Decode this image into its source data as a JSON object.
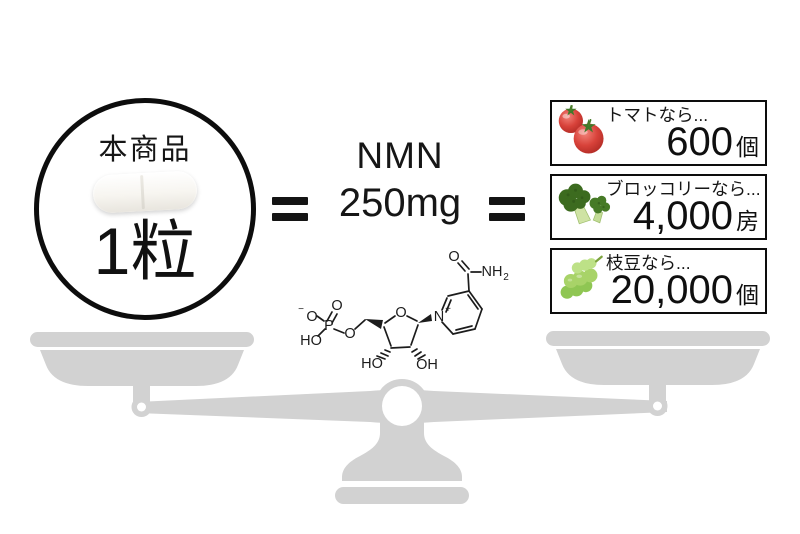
{
  "product": {
    "name": "本商品",
    "quantity": "1粒"
  },
  "nmn": {
    "title": "NMN",
    "amount": "250mg"
  },
  "comparisons": {
    "items": [
      {
        "label": "トマトなら...",
        "value": "600",
        "unit": "個",
        "icon": "tomato-icon"
      },
      {
        "label": "ブロッコリーなら...",
        "value": "4,000",
        "unit": "房",
        "icon": "broccoli-icon"
      },
      {
        "label": "枝豆なら...",
        "value": "20,000",
        "unit": "個",
        "icon": "edamame-icon"
      }
    ]
  },
  "molecule": {
    "name": "NMN chemical structure",
    "atoms": {
      "minus": "−",
      "o_neg": "O",
      "o_double": "O",
      "p": "P",
      "ho_phosphate": "HO",
      "o_ester": "O",
      "o_ribose": "O",
      "ho_c3": "HO",
      "oh_c2": "OH",
      "n": "N",
      "plus": "+",
      "o_amide": "O",
      "nh": "NH",
      "two": "2"
    }
  },
  "colors": {
    "scale_gray": "#d2d2d2",
    "line_black": "#0d0d0d",
    "tomato_red": "#d8423a",
    "broccoli_green": "#3c6b1f",
    "edamame_green": "#a8d368"
  }
}
